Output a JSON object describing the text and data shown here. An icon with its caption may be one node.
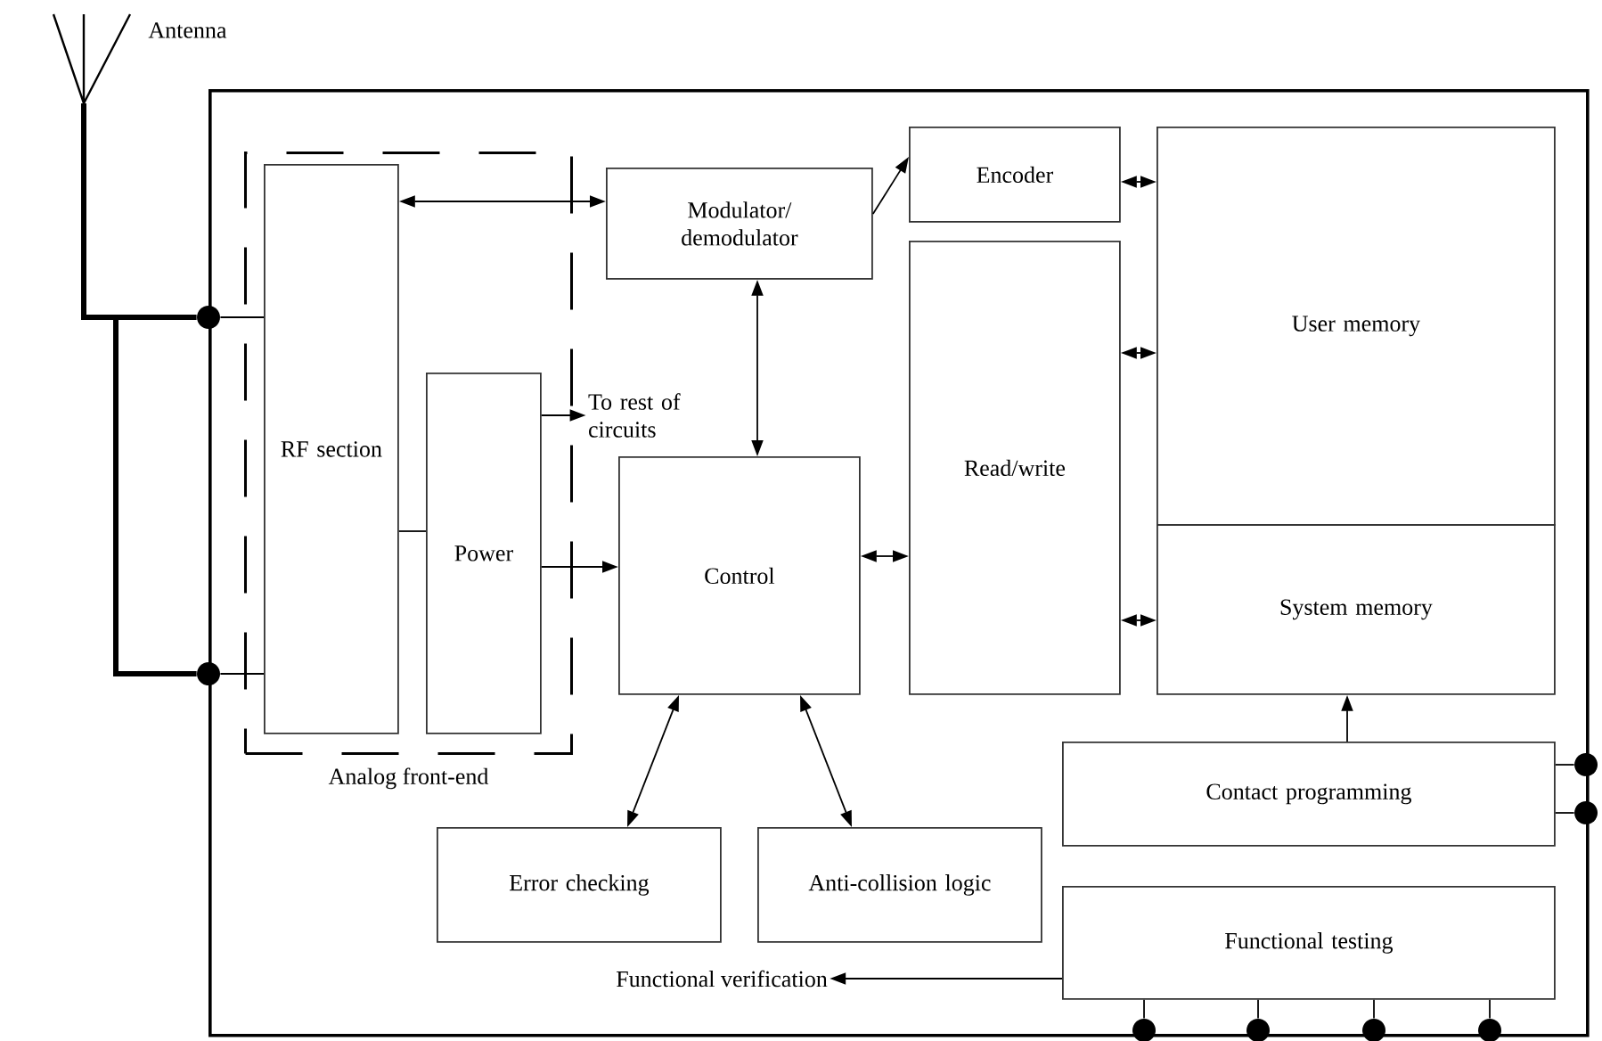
{
  "diagram": {
    "nodes": [
      {
        "text": [
          "Antenna"
        ]
      },
      {
        "text": [],
        "shape": "box"
      },
      {
        "text": [
          "Analog front-end"
        ],
        "in": 1
      },
      {
        "text": [
          "RF section"
        ],
        "in": 2
      },
      {
        "text": [
          "Power"
        ],
        "in": 2
      },
      {
        "text": [
          "Modulator/ demodulator"
        ],
        "in": 1
      },
      {
        "text": [
          "Encoder"
        ],
        "in": 1
      },
      {
        "text": [
          "Read/write"
        ],
        "in": 1
      },
      {
        "text": [
          "User memory"
        ],
        "in": 1
      },
      {
        "text": [
          "System memory"
        ],
        "in": 1
      },
      {
        "text": [
          "Control"
        ],
        "in": 1
      },
      {
        "text": [
          "To rest of circuits"
        ],
        "in": 1
      },
      {
        "text": [
          "Error checking"
        ],
        "in": 1
      },
      {
        "text": [
          "Anti-collision logic"
        ],
        "in": 1
      },
      {
        "text": [
          "Contact programming"
        ],
        "in": 1
      },
      {
        "text": [
          "Functional testing"
        ],
        "in": 1
      },
      {
        "text": [
          "Functional verification"
        ],
        "in": 1
      },
      {
        "text": [],
        "shape": "circle"
      },
      {
        "text": [],
        "shape": "circle"
      },
      {
        "text": [],
        "shape": "circle"
      },
      {
        "text": [],
        "shape": "circle"
      },
      {
        "text": [],
        "shape": "circle"
      },
      {
        "text": [],
        "shape": "circle"
      },
      {
        "text": [],
        "shape": "circle"
      },
      {
        "text": [],
        "shape": "circle"
      }
    ],
    "edges": [
      {
        "from": 0,
        "to": 17,
        "arrow": "none",
        "style": "thick"
      },
      {
        "from": 0,
        "to": 18,
        "arrow": "none",
        "style": "thick"
      },
      {
        "from": 17,
        "to": 3,
        "arrow": "none"
      },
      {
        "from": 18,
        "to": 3,
        "arrow": "none"
      },
      {
        "from": 3,
        "to": 5,
        "arrow": "both"
      },
      {
        "from": 5,
        "to": 6,
        "arrow": "to"
      },
      {
        "from": 6,
        "to": 8,
        "arrow": "both"
      },
      {
        "from": 3,
        "to": 4,
        "arrow": "none"
      },
      {
        "from": 4,
        "to": 11,
        "arrow": "to"
      },
      {
        "from": 4,
        "to": 10,
        "arrow": "to"
      },
      {
        "from": 5,
        "to": 10,
        "arrow": "both"
      },
      {
        "from": 10,
        "to": 7,
        "arrow": "both"
      },
      {
        "from": 7,
        "to": 8,
        "arrow": "both"
      },
      {
        "from": 7,
        "to": 9,
        "arrow": "both"
      },
      {
        "from": 10,
        "to": 12,
        "arrow": "both"
      },
      {
        "from": 10,
        "to": 13,
        "arrow": "both"
      },
      {
        "from": 14,
        "to": 9,
        "arrow": "to"
      },
      {
        "from": 15,
        "to": 16,
        "arrow": "to"
      },
      {
        "from": 14,
        "to": 19,
        "arrow": "none"
      },
      {
        "from": 14,
        "to": 20,
        "arrow": "none"
      },
      {
        "from": 15,
        "to": 21,
        "arrow": "none"
      },
      {
        "from": 15,
        "to": 22,
        "arrow": "none"
      },
      {
        "from": 15,
        "to": 23,
        "arrow": "none"
      },
      {
        "from": 15,
        "to": 24,
        "arrow": "none"
      }
    ]
  }
}
